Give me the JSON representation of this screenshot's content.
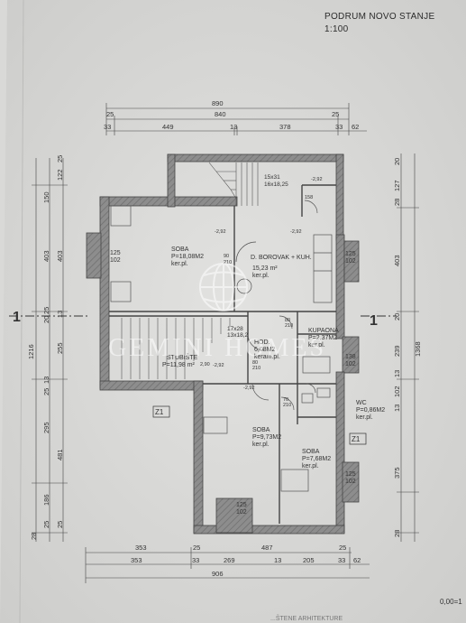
{
  "header": {
    "title": "PODRUM NOVO STANJE",
    "scale": "1:100"
  },
  "watermark": {
    "text": "GEMINI HOMES"
  },
  "colors": {
    "paper": "#dadad8",
    "wall": "#8a8a8a",
    "line": "#444444",
    "watermark": "#ffffff"
  },
  "top_dims": {
    "r1": [
      "890"
    ],
    "r2": [
      "25",
      "840",
      "25"
    ],
    "r3": [
      "33",
      "449",
      "13",
      "378",
      "33",
      "62"
    ]
  },
  "bottom_dims": {
    "r1": [
      "353",
      "25",
      "487",
      "25"
    ],
    "r2": [
      "353",
      "33",
      "269",
      "13",
      "205",
      "33",
      "62"
    ],
    "r3": [
      "906"
    ]
  },
  "left_dims": [
    "1216",
    "150",
    "122",
    "25",
    "403",
    "403",
    "25",
    "20",
    "13",
    "255",
    "13",
    "25",
    "295",
    "481",
    "186",
    "25",
    "25",
    "28"
  ],
  "right_dims": [
    "20",
    "127",
    "28",
    "403",
    "20",
    "239",
    "1368",
    "13",
    "102",
    "13",
    "375",
    "28"
  ],
  "stairs": {
    "label1": "15x31",
    "label2": "16x18,25"
  },
  "rooms": [
    {
      "name": "SOBA",
      "area": "P=18,08M2",
      "floor": "ker.pl."
    },
    {
      "name": "D. BOROVAK + KUH.",
      "area": "15,23 m²",
      "floor": "ker.pl."
    },
    {
      "name": "STUBIŠTE",
      "area": "P=11,98 m²"
    },
    {
      "name": "HOD.",
      "area": "6,08M2",
      "floor": "keram.pl."
    },
    {
      "name": "KUPAONA",
      "area": "P=2,37M2",
      "floor": "ker.pl."
    },
    {
      "name": "WC",
      "area": "P=0,86M2",
      "floor": "ker.pl."
    },
    {
      "name": "SOBA",
      "area": "P=9,73M2",
      "floor": "ker.pl."
    },
    {
      "name": "SOBA",
      "area": "P=7,68M2",
      "floor": "ker.pl."
    }
  ],
  "window_tags": [
    "125",
    "102",
    "125",
    "102",
    "138",
    "102",
    "125",
    "102",
    "125",
    "102"
  ],
  "sections": [
    "1",
    "1"
  ],
  "zones": [
    "Z1",
    "Z1"
  ],
  "levels": [
    "-2,92",
    "-2,92",
    "-2,92",
    "-2,92",
    "-2,92"
  ],
  "small": [
    "90",
    "210",
    "80",
    "210",
    "70",
    "210",
    "80",
    "210",
    "158",
    "17x28",
    "13x18,2",
    "2,90"
  ],
  "corner": {
    "value": "0,00=1"
  },
  "footer": {
    "partial": "...ŠTENE ARHITEKTURE"
  }
}
